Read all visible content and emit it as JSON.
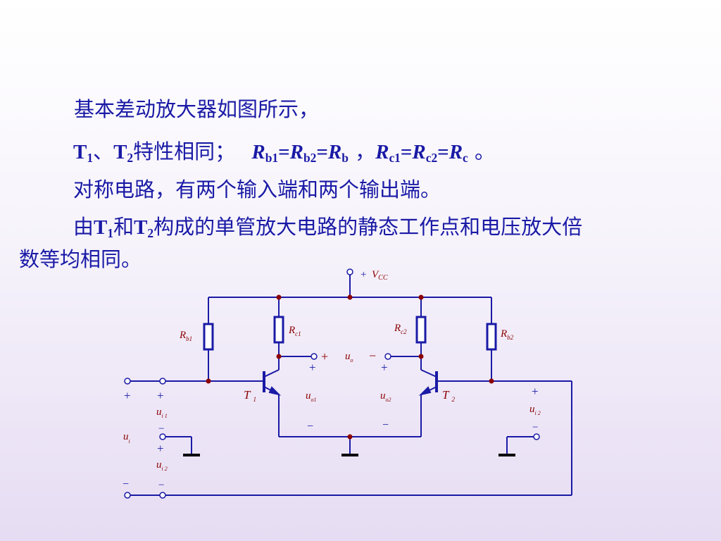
{
  "text": {
    "line1": "基本差动放大器如图所示，",
    "line2": {
      "t": "T",
      "sub1": "1",
      "sep": "、",
      "sub2": "2",
      "same": "特性相同；",
      "r": "R",
      "rb1": "b1",
      "rb2": "b2",
      "rb": "b",
      "eq": "=",
      "comma": "，",
      "rc1": "c1",
      "rc2": "c2",
      "rc": "c",
      "end": "。"
    },
    "line3": "对称电路，有两个输入端和两个输出端。",
    "line4": {
      "pre": "由",
      "t": "T",
      "sub1": "1",
      "and": "和",
      "sub2": "2",
      "post": "构成的单管放大电路的静态工作点和电压放大倍"
    },
    "line5": "数等均相同。"
  },
  "circuit": {
    "vcc_plus": "+",
    "vcc": "V",
    "vcc_sub": "CC",
    "R": "R",
    "rb1_sub": "b1",
    "rc1_sub": "c1",
    "rc2_sub": "c2",
    "rb2_sub": "b2",
    "T": "T",
    "t1_sub": "1",
    "t2_sub": "2",
    "u": "u",
    "uo_sub": "o",
    "uo1_sub": "o1",
    "uo2_sub": "o2",
    "ui_sub": "i",
    "ui1_sub": "i 1",
    "ui2_sub": "i 2",
    "plus": "+",
    "minus": "−"
  },
  "colors": {
    "text": "#1a1aa6",
    "wire": "#1a1aa6",
    "label": "#8b0000",
    "node": "#8b0000",
    "ground": "#000000"
  }
}
